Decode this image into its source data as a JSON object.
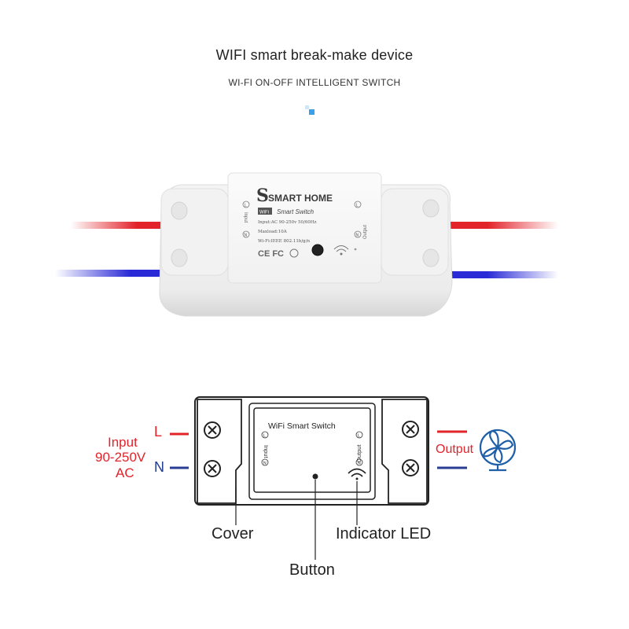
{
  "header": {
    "title": "WIFI smart break-make device",
    "subtitle": "WI-FI ON-OFF INTELLIGENT SWITCH"
  },
  "device": {
    "brand": "SMART HOME",
    "brand_initial": "S",
    "model_tag": "WiFi",
    "model": "Smart Switch",
    "spec_input": "Input:AC 90-250v 50/60Hz",
    "spec_maxload": "Maxload:10A",
    "spec_wifi": "Wi-Fi:IEEE 802.11b/g/n",
    "side_input": "Input",
    "side_output": "Output",
    "terminal_l": "L",
    "terminal_n": "N",
    "certs": "CE FC"
  },
  "diagram": {
    "device_label": "WiFi Smart Switch",
    "side_input": "Input",
    "side_output": "Output",
    "terminal_l": "L",
    "terminal_n": "N",
    "wire_l": "L",
    "wire_n": "N",
    "input_line1": "Input",
    "input_line2": "90-250V",
    "input_line3": "AC",
    "output_label": "Output",
    "callout_cover": "Cover",
    "callout_led": "Indicator LED",
    "callout_button": "Button"
  },
  "colors": {
    "live_wire": "#e2232a",
    "neutral_wire": "#2a2ad6",
    "label_red": "#e2232a",
    "label_blue": "#1f3b8e",
    "fan_blue": "#1f5fa8"
  },
  "icons": {
    "fan": "fan-icon",
    "wifi": "wifi-signal-icon",
    "screw": "screw-icon"
  }
}
